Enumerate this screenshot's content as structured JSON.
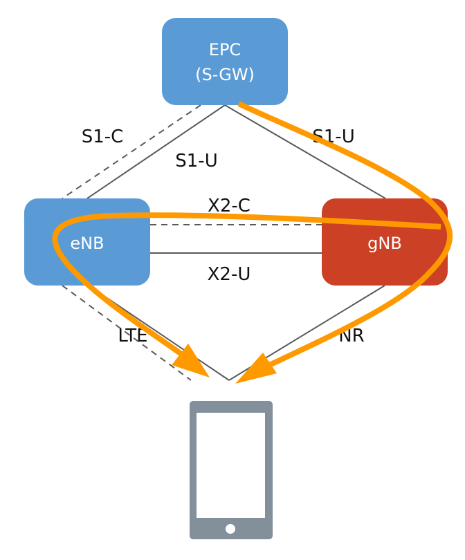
{
  "diagram": {
    "title": "",
    "nodes": {
      "epc": {
        "line1": "EPC",
        "line2": "(S-GW)",
        "color": "#5b9bd5"
      },
      "enb": {
        "label": "eNB",
        "color": "#5b9bd5"
      },
      "gnb": {
        "label": "gNB",
        "color": "#cc4125"
      },
      "ue": {
        "icon": "smartphone-icon",
        "color": "#838f9b"
      }
    },
    "links": {
      "s1c": "S1-C",
      "s1u_enb": "S1-U",
      "s1u_gnb": "S1-U",
      "x2c": "X2-C",
      "x2u": "X2-U",
      "lte": "LTE",
      "nr": "NR"
    },
    "colors": {
      "link_line": "#595959",
      "data_path": "#ff9900"
    },
    "data_path": {
      "description": "User-plane data flow from EPC via gNB, split to UE over NR and via X2 to eNB over LTE"
    }
  }
}
